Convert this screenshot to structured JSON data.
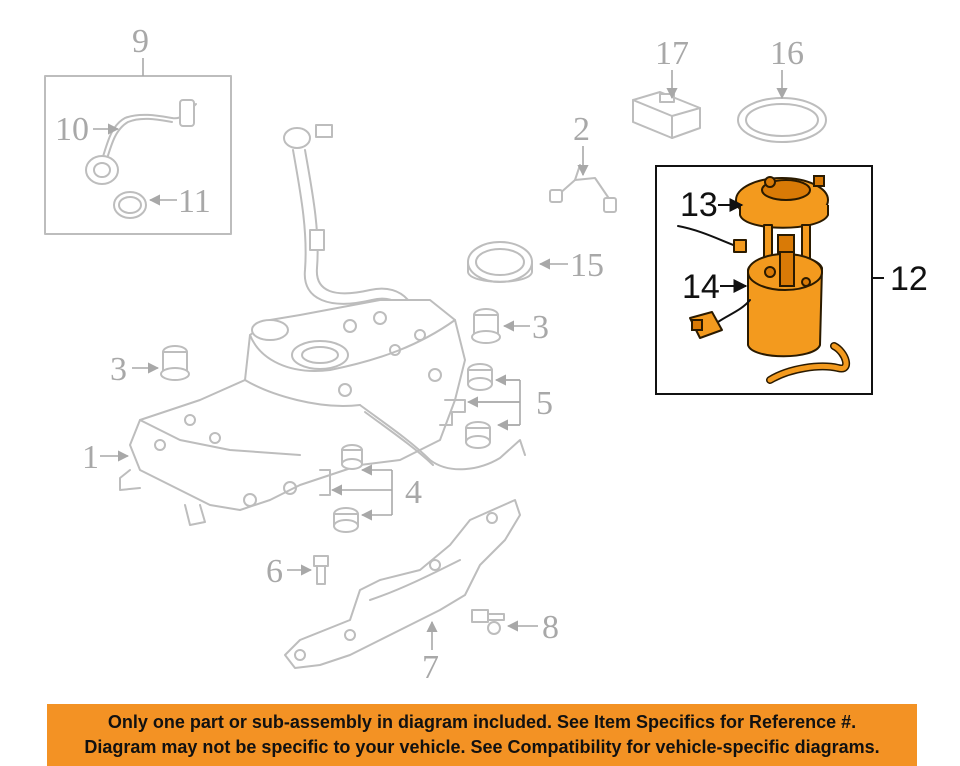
{
  "diagram": {
    "callouts": {
      "c1": "1",
      "c2": "2",
      "c3a": "3",
      "c3b": "3",
      "c4": "4",
      "c5": "5",
      "c6": "6",
      "c7": "7",
      "c8": "8",
      "c9": "9",
      "c10": "10",
      "c11": "11",
      "c12": "12",
      "c13": "13",
      "c14": "14",
      "c15": "15",
      "c16": "16",
      "c17": "17"
    },
    "highlight_color": "#f39a1e"
  },
  "banner": {
    "line1": "Only one part or sub-assembly in diagram included. See Item Specifics for Reference #.",
    "line2": "Diagram may not be specific to your vehicle. See Compatibility for vehicle-specific diagrams.",
    "background": "#f39224"
  }
}
